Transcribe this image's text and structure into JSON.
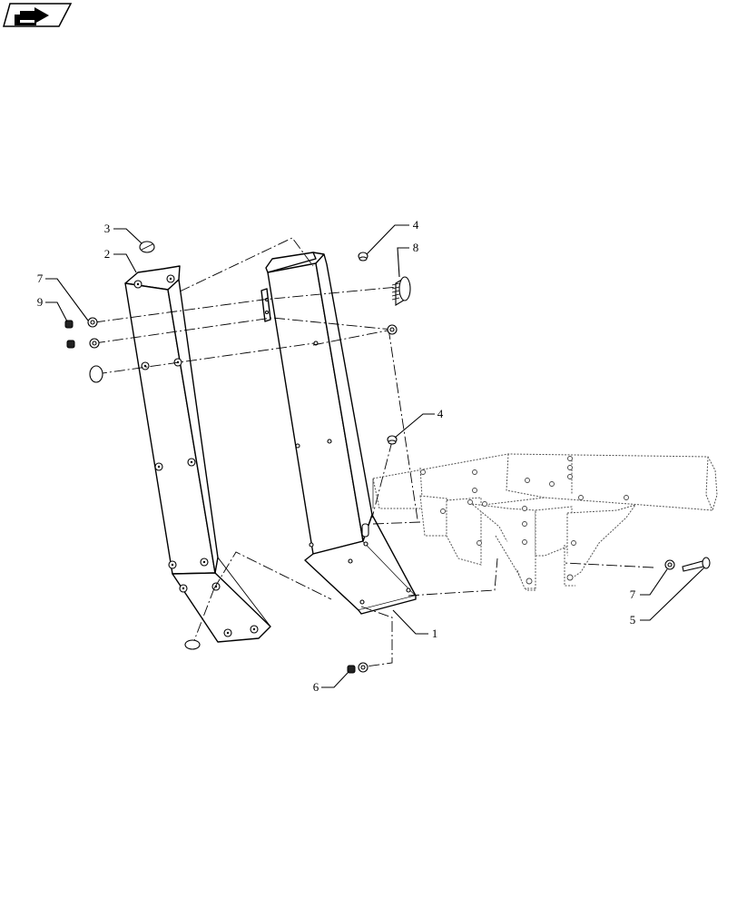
{
  "header": {
    "nav_icon": "arrow-folder-icon"
  },
  "callouts": {
    "c1": "1",
    "c2": "2",
    "c3": "3",
    "c4_top": "4",
    "c4_mid": "4",
    "c5": "5",
    "c6": "6",
    "c7_left": "7",
    "c7_right": "7",
    "c8": "8",
    "c9": "9"
  }
}
